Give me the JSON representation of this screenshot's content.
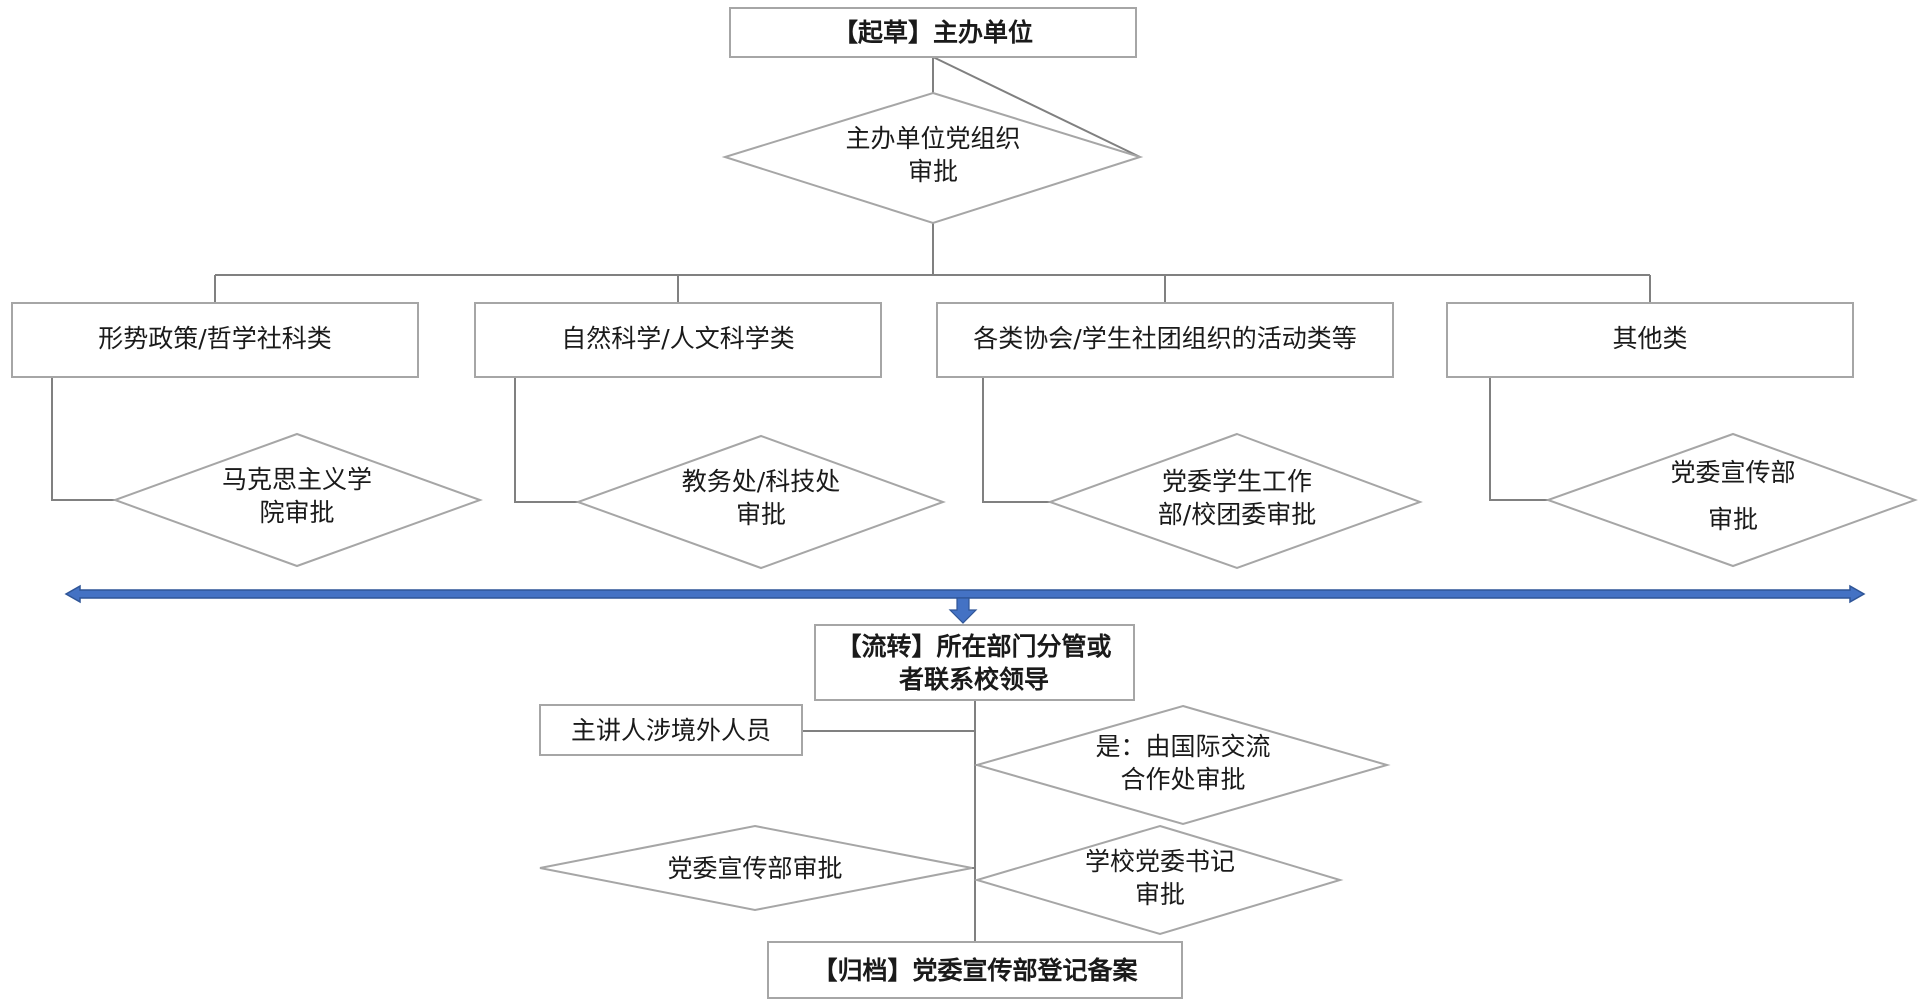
{
  "diagram": {
    "draft": {
      "label": "【起草】主办单位"
    },
    "party_approval": {
      "lines": [
        "主办单位党组织",
        "审批"
      ]
    },
    "categories": [
      {
        "label": "形势政策/哲学社科类",
        "approval": [
          "马克思主义学",
          "院审批"
        ]
      },
      {
        "label": "自然科学/人文科学类",
        "approval": [
          "教务处/科技处",
          "审批"
        ]
      },
      {
        "label": "各类协会/学生社团组织的活动类等",
        "approval": [
          "党委学生工作",
          "部/校团委审批"
        ]
      },
      {
        "label": "其他类",
        "approval": [
          "党委宣传部",
          "审批"
        ]
      }
    ],
    "circulate": {
      "lines": [
        "【流转】所在部门分管或",
        "者联系校领导"
      ]
    },
    "foreign_speaker": {
      "label": "主讲人涉境外人员"
    },
    "international_approval": {
      "lines": [
        "是：由国际交流",
        "合作处审批"
      ]
    },
    "propaganda_approval": {
      "label": "党委宣传部审批"
    },
    "secretary_approval": {
      "lines": [
        "学校党委书记",
        "审批"
      ]
    },
    "archive": {
      "label": "【归档】党委宣传部登记备案"
    }
  },
  "colors": {
    "stroke": "#a6a6a6",
    "connector": "#808080",
    "arrow_fill": "#4472c4",
    "arrow_stroke": "#2f5597",
    "text": "#1a1a1a"
  }
}
